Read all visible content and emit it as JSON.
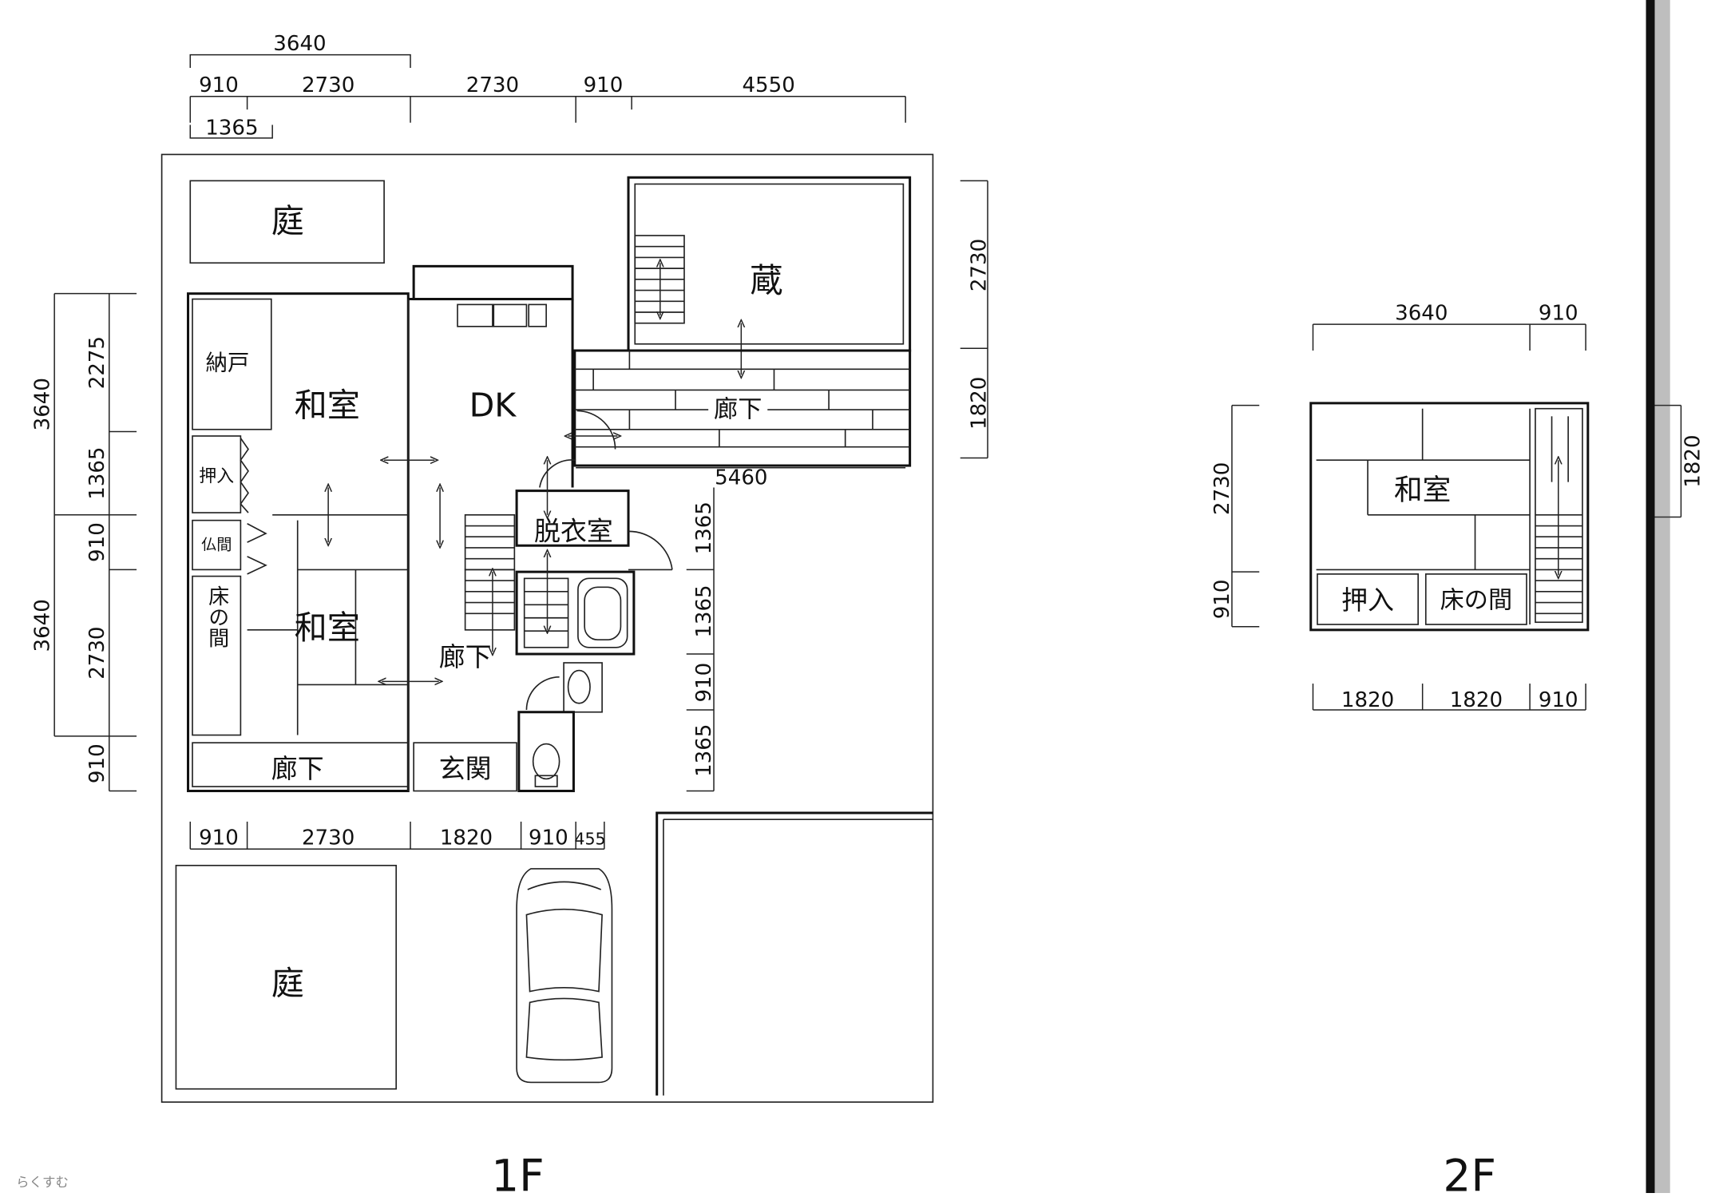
{
  "floor1": {
    "label": "1F",
    "rooms": {
      "garden_top": "庭",
      "storehouse": "蔵",
      "hall_north": "廊下",
      "storage": "納戸",
      "washitsu_1": "和室",
      "dk": "DK",
      "closet": "押入",
      "butsuma": "仏間",
      "tokonoma": "床の間",
      "washitsu_2": "和室",
      "hall_center": "廊下",
      "dressing": "脱衣室",
      "hall_south": "廊下",
      "entrance": "玄関",
      "garden_bottom": "庭"
    },
    "dims_top_row1": [
      "3640"
    ],
    "dims_top_row2": [
      "910",
      "2730",
      "2730",
      "910",
      "4550"
    ],
    "dims_top_row3": [
      "1365"
    ],
    "dims_left_outer": [
      "3640",
      "3640"
    ],
    "dims_left_inner": [
      "2275",
      "1365",
      "910",
      "2730",
      "910"
    ],
    "dims_right_kura": [
      "2730",
      "1820"
    ],
    "dims_right_mid": [
      "1365",
      "1365",
      "910",
      "1365"
    ],
    "dim_hall": "5460",
    "dims_bottom": [
      "910",
      "2730",
      "1820",
      "910",
      "455"
    ]
  },
  "floor2": {
    "label": "2F",
    "rooms": {
      "washitsu": "和室",
      "closet": "押入",
      "tokonoma": "床の間"
    },
    "dims_top": [
      "3640",
      "910"
    ],
    "dims_left": [
      "2730",
      "910"
    ],
    "dims_right": [
      "1820"
    ],
    "dims_bottom": [
      "1820",
      "1820",
      "910"
    ]
  },
  "brand": "らくすむ"
}
